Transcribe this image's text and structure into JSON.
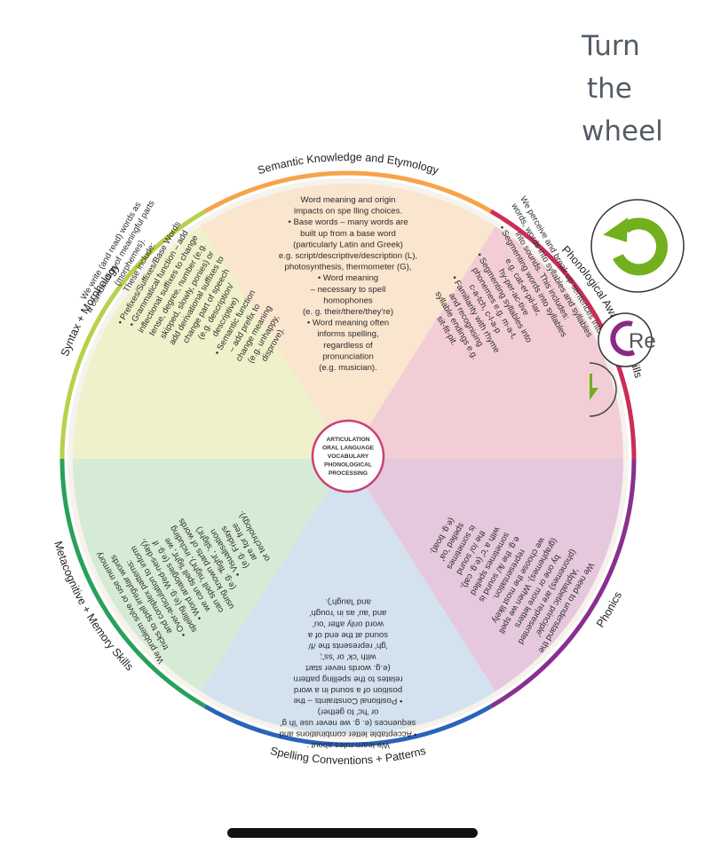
{
  "instruction": [
    "Turn",
    "the",
    "wheel"
  ],
  "center": [
    "ARTICULATION",
    "ORAL LANGUAGE",
    "VOCABULARY",
    "PHONOLOGICAL",
    "PROCESSING"
  ],
  "ring_labels": [
    "Semantic Knowledge and Etymology",
    "Phonological Awareness Skills",
    "Phonics",
    "Spelling Conventions + Patterns",
    "Metacognitive + Memory Skills",
    "Syntax + Morphology"
  ],
  "segments": {
    "semantic": [
      "Word meaning and origin",
      "impacts on spe lling choices.",
      "• Base words – many words are",
      "built up from a base word",
      "(particularly Latin and Greek)",
      "e.g. script/descriptive/description (L),",
      "photosynthesis, thermometer (G),",
      "• Word meaning",
      "– necessary to spell",
      "homophones",
      "(e. g. their/there/they're)",
      "• Word meaning often",
      "informs spelling,",
      "regardless of",
      "pronunciation",
      "(e.g. musician)."
    ],
    "phonological": [
      "We perceive and break up sentences into",
      "words, words into syllables and syllables",
      "into sounds. This includes:",
      "• Segmenting words into syllables",
      "e.g. cat-er-pil-lar,",
      "hy-per-ac-tive",
      "• Segmenting syllables into",
      "phonemes e.g. m-a-t,",
      "c-a-tch, c-l-a-p",
      "• Familiarity with rhyme",
      "and recognising",
      "syllable endings e.g.",
      "sit-fit-pit."
    ],
    "phonics": [
      "We need to understand the",
      "'Alphabetic principle'",
      "(phonemes) are represented",
      "by one or more letters",
      "(graphemes). When we spell",
      "we choose the most likely",
      "representation.",
      "e.g. the /k/ sound is",
      "sometimes spelled",
      "with a 'c' (e.g. cat),",
      "the /o/ sound",
      "is sometimes",
      "spelled 'oa'",
      "(e.g. boat)."
    ],
    "spelling": [
      "We learn rules about :",
      "• Acceptable letter combinations and",
      "sequences (e. g. we never use 'ih g'",
      "or 'hc' to gether)",
      "• Positional Constraints – the",
      "position of a sound in a word",
      "relates to the spelling pattern",
      "(e.g. words never start",
      "with 'ck' or 'ss';",
      "'gh' represents the /f/",
      "sound at the end of a",
      "word only after 'ou'",
      "and 'au' as in 'rough'",
      "and 'laugh')."
    ],
    "metacognitive": [
      "We problem solve or use memory",
      "tricks to spell irregular words",
      "and complex patterns:",
      "• Over-articulation to inform",
      "spelling (e.g. Wed-nes-day),",
      "• Word analogies (e.g. if",
      "we can spell 'light', we",
      "can spell 'night'), including",
      "using known parts of words",
      "(e.g. 'flight', 'slight')",
      "• Visualisation",
      "(e.g. Fridays",
      "are for free",
      "or technology)."
    ],
    "syntax": [
      "We write (and read) words as",
      "a combination of meaningful parts",
      "(morphemes).",
      "These include:",
      "• Prefixes/Suffixes/Base Words",
      "• Grammatical function – add",
      "inflectional suffixes to change",
      "tense, degree, number (e.g.",
      "skipped, slowly, ponies) or",
      "add derivational suffixes to",
      "change part of speech",
      "(e.g. description/",
      "descriptive)",
      "• Semantic function",
      "– add prefix to",
      "change meaning",
      "(e.g. unhappy,",
      "disprove)."
    ]
  },
  "colors": {
    "semantic": "#f7a34a",
    "phonological": "#cc2d55",
    "phonics": "#8a2e8f",
    "spelling": "#2b63b8",
    "metacognitive": "#27a15a",
    "syntax": "#b6d14a",
    "rotate_button": "#72b01d",
    "reset_button": "#8b2a86",
    "down_arrow": "#6fae22"
  },
  "buttons": {
    "reset_label": "Re"
  },
  "icons": {
    "rotate": "rotate-icon",
    "reset": "reset-icon",
    "down": "arrow-down-icon"
  }
}
